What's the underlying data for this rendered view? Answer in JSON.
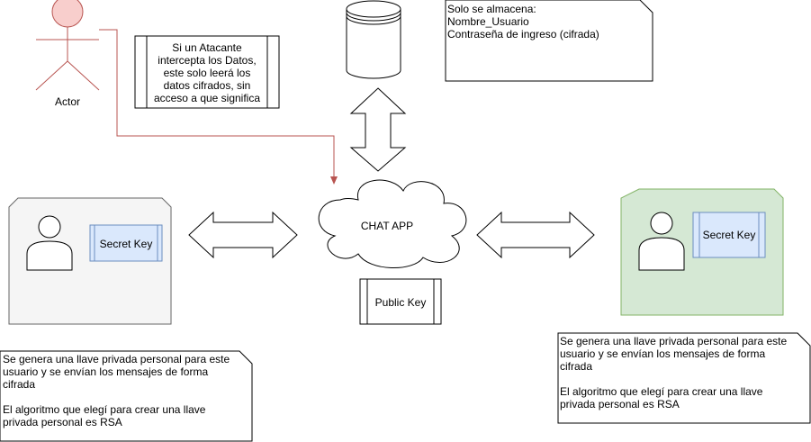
{
  "actor": {
    "label": "Actor"
  },
  "attacker_note": {
    "text": "Si un Atacante intercepta los Datos, este solo leerá los datos cifrados, sin acceso a que significa"
  },
  "storage_note": {
    "lines": [
      "Solo se almacena:",
      "Nombre_Usuario",
      "Contraseña de ingreso (cifrada)"
    ]
  },
  "chat_app": {
    "label": "CHAT APP"
  },
  "public_key": {
    "label": "Public Key"
  },
  "left_user": {
    "secret_key_label": "Secret Key"
  },
  "right_user": {
    "secret_key_label": "Secret Key"
  },
  "left_note": {
    "line1": "Se genera una llave privada personal para este usuario y se envían los mensajes de forma cifrada",
    "line2": "El algoritmo que elegí para crear una llave privada personal es RSA"
  },
  "right_note": {
    "line1": "Se genera una llave privada personal para este usuario y se envían los mensajes de forma cifrada",
    "line2": "El algoritmo que elegí para crear una llave privada personal es RSA"
  },
  "colors": {
    "actor_stroke": "#b85450",
    "actor_fill": "#f8cecc",
    "left_card_fill": "#f5f5f5",
    "left_card_stroke": "#666666",
    "right_card_fill": "#d5e8d4",
    "right_card_stroke": "#82b366",
    "secret_key_fill": "#dae8fc",
    "secret_key_stroke": "#6c8ebf",
    "connector": "#b85450"
  }
}
